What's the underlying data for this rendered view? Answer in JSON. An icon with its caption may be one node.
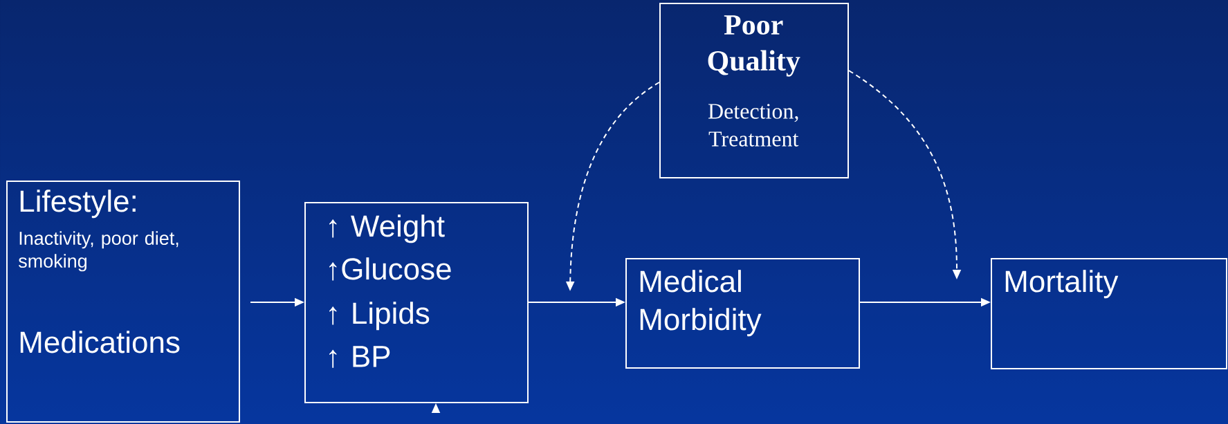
{
  "diagram": {
    "nodes": [
      {
        "text": [
          "Lifestyle:",
          "Inactivity, poor diet, smoking",
          "Medications"
        ]
      },
      {
        "text": [
          "↑ Weight",
          "↑Glucose",
          "↑ Lipids",
          "↑ BP"
        ]
      },
      {
        "text": [
          "Medical Morbidity"
        ]
      },
      {
        "text": [
          "Mortality"
        ]
      },
      {
        "text": [
          "**Poor Quality**",
          "Detection, Treatment"
        ]
      }
    ],
    "edges": [
      {
        "from": 0,
        "to": 1,
        "arrow": "to"
      },
      {
        "from": 1,
        "to": 2,
        "arrow": "to"
      },
      {
        "from": 2,
        "to": 3,
        "arrow": "to"
      },
      {
        "from": 4,
        "to": null,
        "arrow": "to",
        "style": "dashed"
      },
      {
        "from": 4,
        "to": null,
        "arrow": "to",
        "style": "dashed"
      },
      {
        "from": null,
        "to": 1,
        "arrow": "to"
      }
    ]
  }
}
